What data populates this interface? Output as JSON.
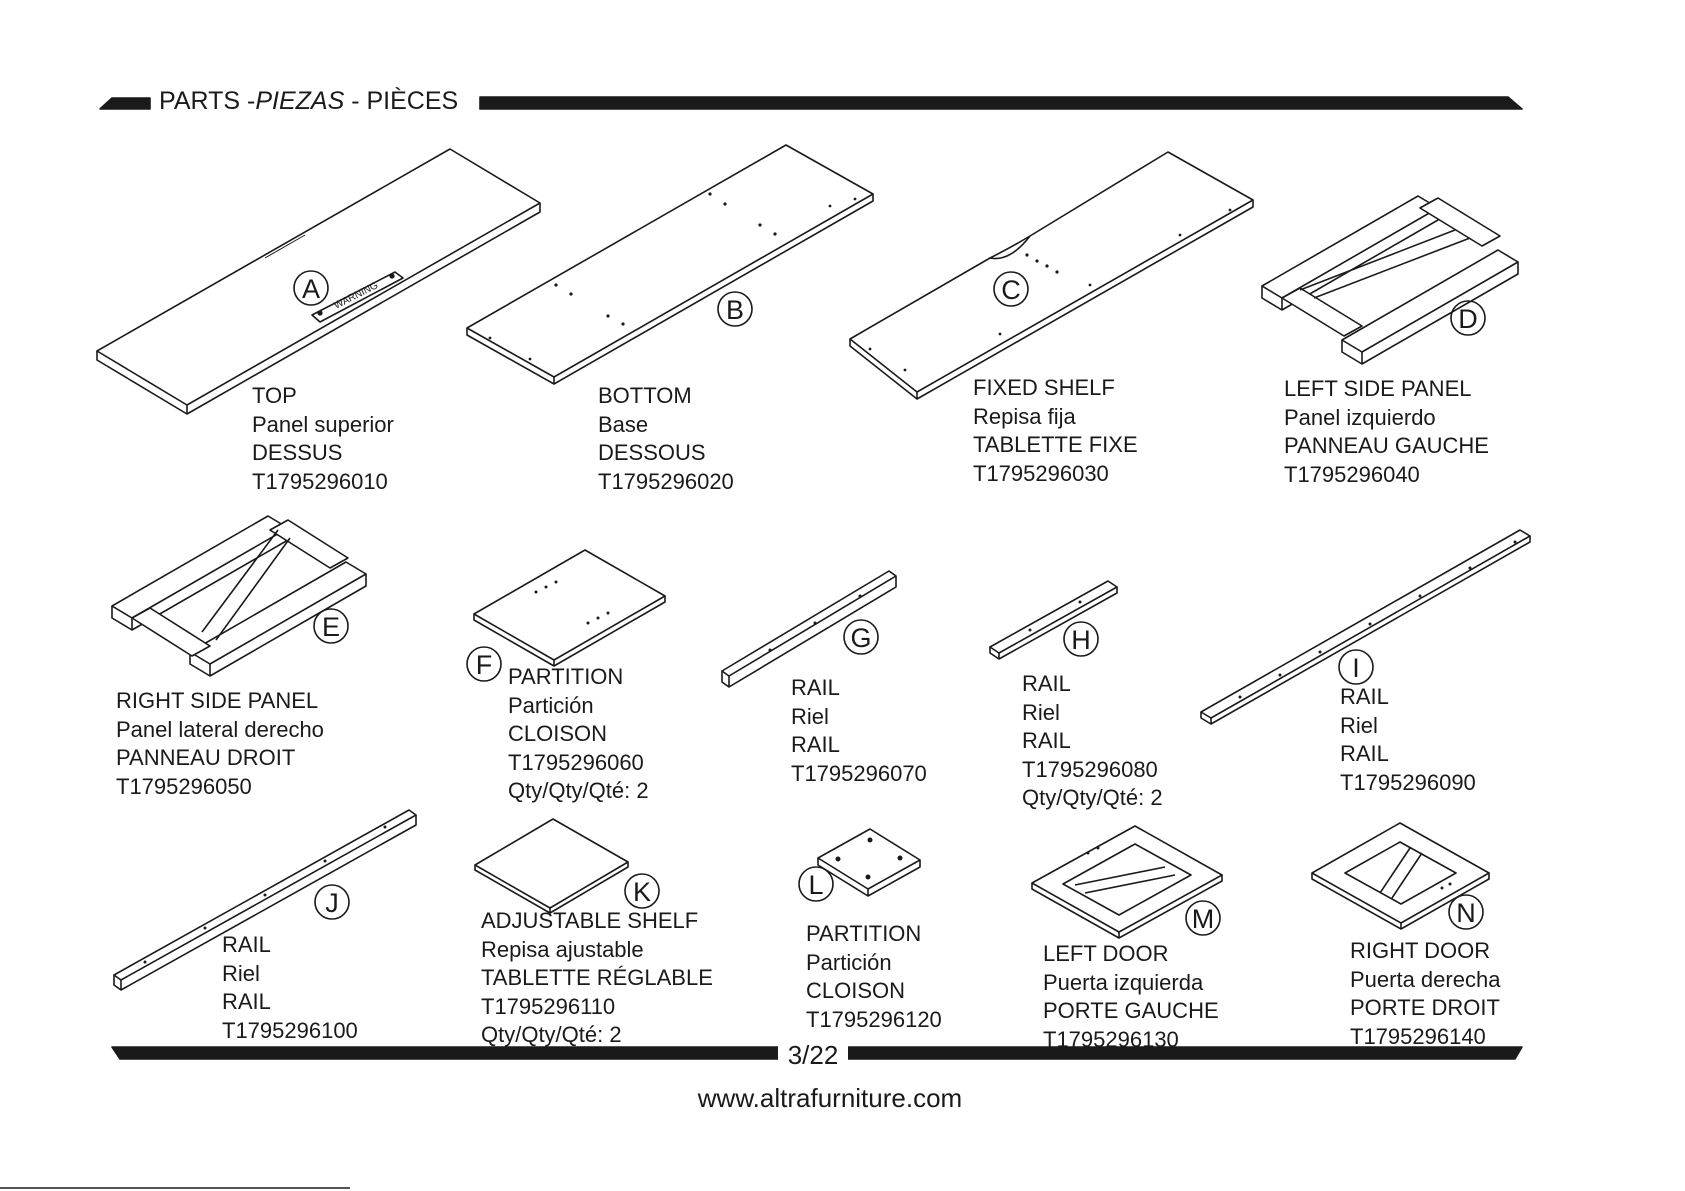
{
  "header": {
    "title_a": "PARTS -",
    "title_b": "PIEZAS",
    "title_c": " - PIÈCES"
  },
  "parts": [
    {
      "letter": "A",
      "en": "TOP",
      "es": "Panel superior",
      "fr": "DESSUS",
      "code": "T1795296010",
      "qty": "",
      "sticker": "WARNING"
    },
    {
      "letter": "B",
      "en": "BOTTOM",
      "es": "Base",
      "fr": "DESSOUS",
      "code": "T1795296020",
      "qty": ""
    },
    {
      "letter": "C",
      "en": "FIXED SHELF",
      "es": "Repisa fija",
      "fr": "TABLETTE FIXE",
      "code": "T1795296030",
      "qty": ""
    },
    {
      "letter": "D",
      "en": "LEFT SIDE PANEL",
      "es": "Panel izquierdo",
      "fr": "PANNEAU GAUCHE",
      "code": "T1795296040",
      "qty": ""
    },
    {
      "letter": "E",
      "en": "RIGHT SIDE PANEL",
      "es": "Panel lateral derecho",
      "fr": "PANNEAU DROIT",
      "code": "T1795296050",
      "qty": ""
    },
    {
      "letter": "F",
      "en": "PARTITION",
      "es": "Partición",
      "fr": "CLOISON",
      "code": "T1795296060",
      "qty": "Qty/Qty/Qté: 2"
    },
    {
      "letter": "G",
      "en": "RAIL",
      "es": "Riel",
      "fr": "RAIL",
      "code": "T1795296070",
      "qty": ""
    },
    {
      "letter": "H",
      "en": "RAIL",
      "es": "Riel",
      "fr": "RAIL",
      "code": "T1795296080",
      "qty": "Qty/Qty/Qté: 2"
    },
    {
      "letter": "I",
      "en": "RAIL",
      "es": "Riel",
      "fr": "RAIL",
      "code": "T1795296090",
      "qty": ""
    },
    {
      "letter": "J",
      "en": "RAIL",
      "es": "Riel",
      "fr": "RAIL",
      "code": "T1795296100",
      "qty": ""
    },
    {
      "letter": "K",
      "en": "ADJUSTABLE SHELF",
      "es": "Repisa ajustable",
      "fr": "TABLETTE RÉGLABLE",
      "code": "T1795296110",
      "qty": "Qty/Qty/Qté: 2"
    },
    {
      "letter": "L",
      "en": "PARTITION",
      "es": "Partición",
      "fr": "CLOISON",
      "code": "T1795296120",
      "qty": ""
    },
    {
      "letter": "M",
      "en": "LEFT DOOR",
      "es": "Puerta izquierda",
      "fr": "PORTE GAUCHE",
      "code": "T1795296130",
      "qty": ""
    },
    {
      "letter": "N",
      "en": "RIGHT DOOR",
      "es": "Puerta derecha",
      "fr": "PORTE DROIT",
      "code": "T1795296140",
      "qty": ""
    }
  ],
  "footer": {
    "page": "3/22",
    "url": "www.altrafurniture.com"
  }
}
